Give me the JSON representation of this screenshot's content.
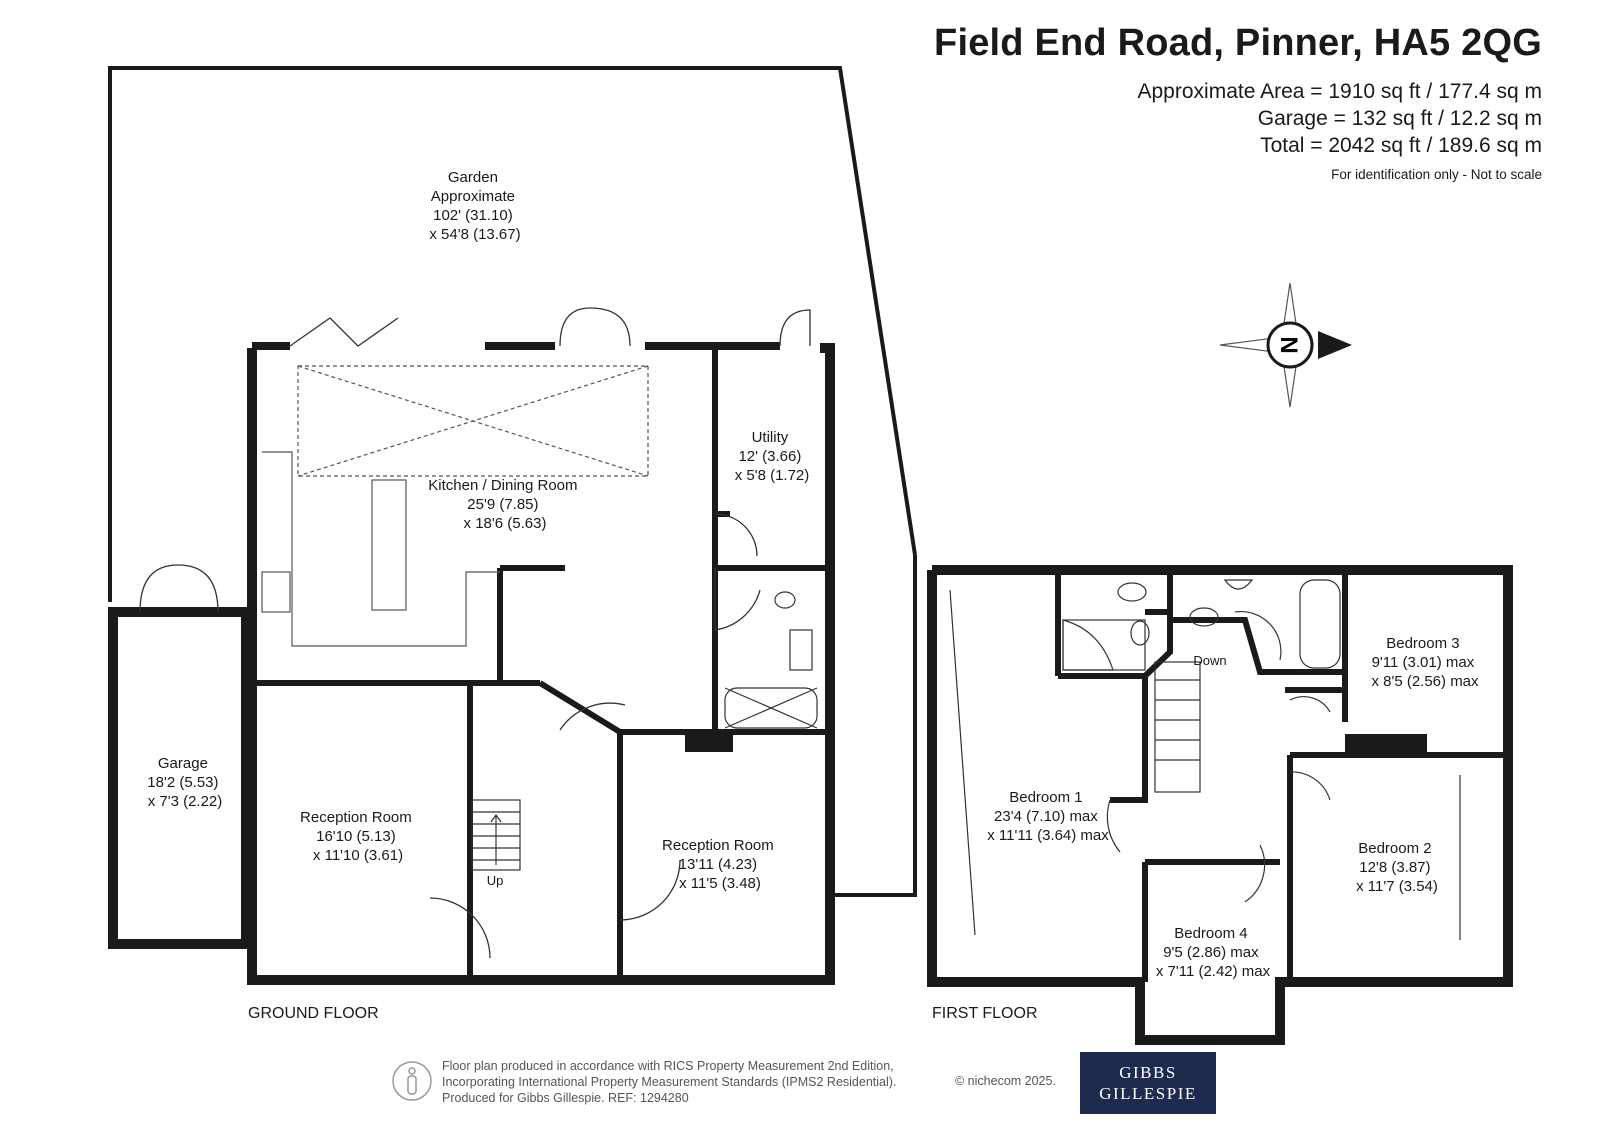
{
  "header": {
    "title": "Field End Road, Pinner, HA5 2QG",
    "area": "Approximate Area = 1910 sq ft / 177.4 sq m",
    "garage": "Garage = 132 sq ft / 12.2 sq m",
    "total": "Total = 2042 sq ft / 189.6 sq m",
    "note": "For identification only - Not to scale"
  },
  "floors": {
    "ground": "GROUND FLOOR",
    "first": "FIRST FLOOR"
  },
  "compass": {
    "letter": "N"
  },
  "rooms": {
    "garden": [
      "Garden",
      "Approximate",
      "102' (31.10)",
      "x 54'8 (13.67)"
    ],
    "kitchen": [
      "Kitchen / Dining Room",
      "25'9 (7.85)",
      "x 18'6 (5.63)"
    ],
    "utility": [
      "Utility",
      "12' (3.66)",
      "x 5'8 (1.72)"
    ],
    "garage": [
      "Garage",
      "18'2 (5.53)",
      "x 7'3 (2.22)"
    ],
    "reception1": [
      "Reception Room",
      "16'10 (5.13)",
      "x 11'10 (3.61)"
    ],
    "reception2": [
      "Reception Room",
      "13'11 (4.23)",
      "x 11'5 (3.48)"
    ],
    "bedroom1": [
      "Bedroom 1",
      "23'4 (7.10) max",
      "x 11'11 (3.64) max"
    ],
    "bedroom2": [
      "Bedroom 2",
      "12'8 (3.87)",
      "x 11'7 (3.54)"
    ],
    "bedroom3": [
      "Bedroom 3",
      "9'11 (3.01) max",
      "x 8'5 (2.56) max"
    ],
    "bedroom4": [
      "Bedroom 4",
      "9'5 (2.86) max",
      "x 7'11 (2.42) max"
    ]
  },
  "stairs": {
    "up": "Up",
    "down": "Down"
  },
  "footer": {
    "line1": "Floor plan produced in accordance with RICS Property Measurement 2nd Edition,",
    "line2": "Incorporating International Property Measurement Standards (IPMS2 Residential).",
    "line3": "Produced for Gibbs Gillespie.   REF:  1294280",
    "copyright": "© nichecom 2025.",
    "logo_line1": "GIBBS",
    "logo_line2": "GILLESPIE"
  },
  "colors": {
    "wall": "#1a1a1a",
    "logo_bg": "#1f2a4f"
  }
}
